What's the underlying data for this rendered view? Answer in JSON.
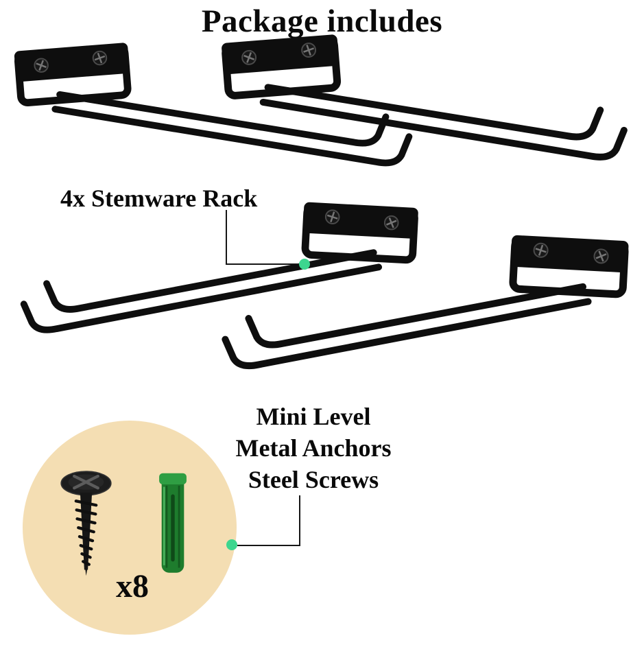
{
  "title": "Package includes",
  "callouts": {
    "stemware_label": "4x Stemware Rack",
    "hardware_label_lines": [
      "Mini Level",
      "Metal Anchors",
      "Steel Screws"
    ],
    "screw_count_label": "x8"
  },
  "package_contents": {
    "stemware_rack_quantity": 4,
    "hardware_set_quantity": 8
  },
  "colors": {
    "background": "#ffffff",
    "text_color": "#0a0a0a",
    "accent_dot": "#3cd68f",
    "hardware_circle_bg": "#f4deb3",
    "rack_color": "#0e0e0e",
    "anchor_green": "#1e7c2d"
  }
}
